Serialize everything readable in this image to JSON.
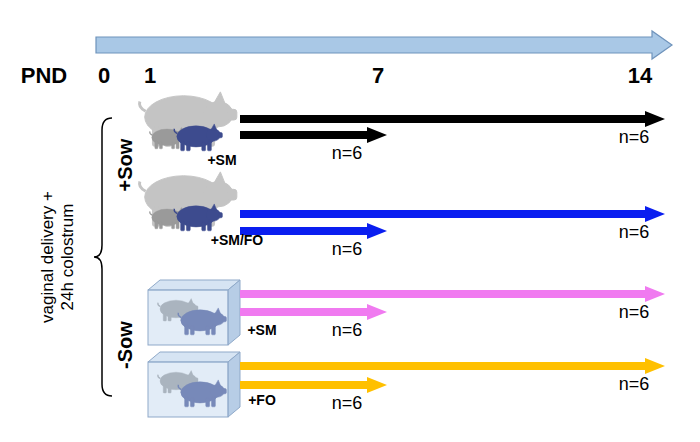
{
  "diagram": {
    "labels": [
      "PND",
      "0",
      "1",
      "7",
      "14",
      "vaginal delivery + 24h colostrum",
      "+Sow",
      "+SM",
      "n=6",
      "n=6",
      "+SM/FO",
      "n=6",
      "n=6",
      "-Sow",
      "+SM",
      "n=6",
      "n=6",
      "+FO",
      "n=6",
      "n=6"
    ]
  }
}
